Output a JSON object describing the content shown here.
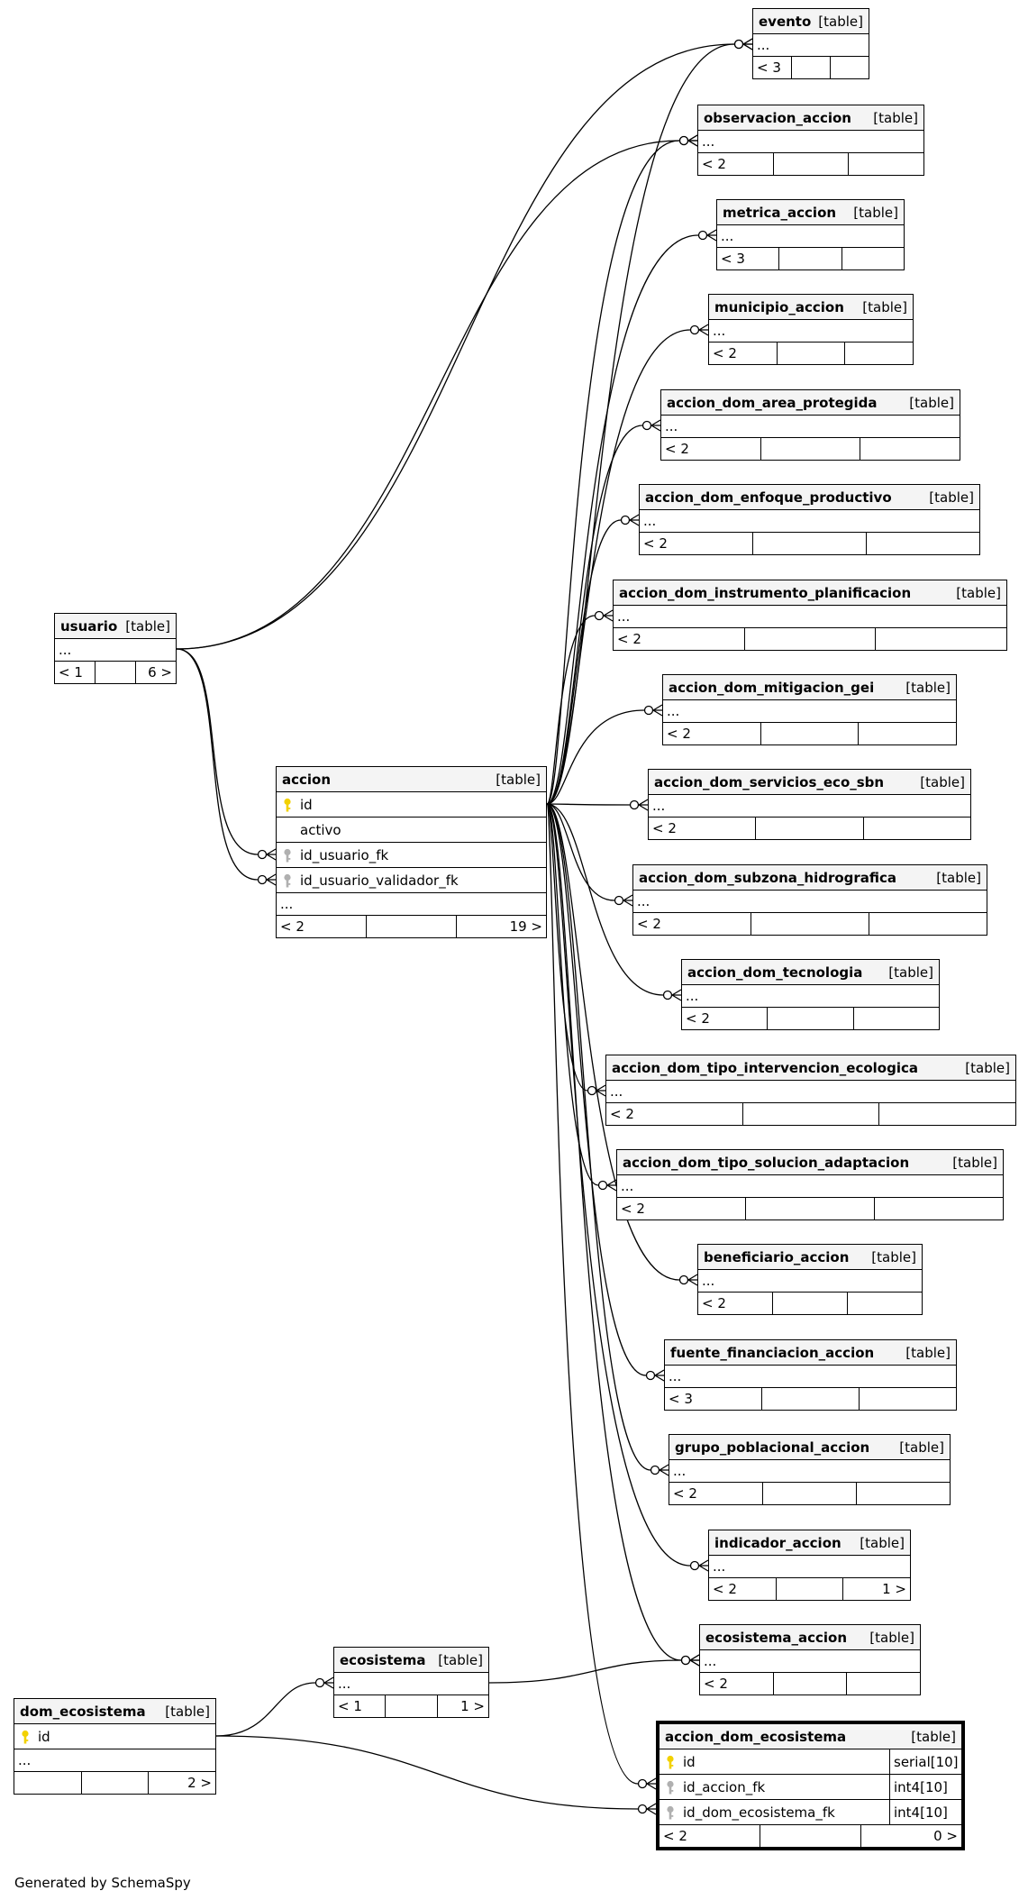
{
  "diagram": {
    "generator": "Generated by SchemaSpy",
    "colors": {
      "primary_key": "#f2d100",
      "foreign_key": "#b0b0b0",
      "header_bg": "#f4f4f4",
      "line": "#000000"
    },
    "tables": [
      {
        "id": "evento",
        "name": "evento",
        "type": "[table]",
        "ellipsis": "...",
        "footer": [
          "< 3",
          "",
          ""
        ]
      },
      {
        "id": "observacion_accion",
        "name": "observacion_accion",
        "type": "[table]",
        "ellipsis": "...",
        "footer": [
          "< 2",
          "",
          ""
        ]
      },
      {
        "id": "metrica_accion",
        "name": "metrica_accion",
        "type": "[table]",
        "ellipsis": "...",
        "footer": [
          "< 3",
          "",
          ""
        ]
      },
      {
        "id": "municipio_accion",
        "name": "municipio_accion",
        "type": "[table]",
        "ellipsis": "...",
        "footer": [
          "< 2",
          "",
          ""
        ]
      },
      {
        "id": "accion_dom_area_protegida",
        "name": "accion_dom_area_protegida",
        "type": "[table]",
        "ellipsis": "...",
        "footer": [
          "< 2",
          "",
          ""
        ]
      },
      {
        "id": "accion_dom_enfoque_productivo",
        "name": "accion_dom_enfoque_productivo",
        "type": "[table]",
        "ellipsis": "...",
        "footer": [
          "< 2",
          "",
          ""
        ]
      },
      {
        "id": "accion_dom_instrumento_planificacion",
        "name": "accion_dom_instrumento_planificacion",
        "type": "[table]",
        "ellipsis": "...",
        "footer": [
          "< 2",
          "",
          ""
        ]
      },
      {
        "id": "accion_dom_mitigacion_gei",
        "name": "accion_dom_mitigacion_gei",
        "type": "[table]",
        "ellipsis": "...",
        "footer": [
          "< 2",
          "",
          ""
        ]
      },
      {
        "id": "accion_dom_servicios_eco_sbn",
        "name": "accion_dom_servicios_eco_sbn",
        "type": "[table]",
        "ellipsis": "...",
        "footer": [
          "< 2",
          "",
          ""
        ]
      },
      {
        "id": "accion_dom_subzona_hidrografica",
        "name": "accion_dom_subzona_hidrografica",
        "type": "[table]",
        "ellipsis": "...",
        "footer": [
          "< 2",
          "",
          ""
        ]
      },
      {
        "id": "accion_dom_tecnologia",
        "name": "accion_dom_tecnologia",
        "type": "[table]",
        "ellipsis": "...",
        "footer": [
          "< 2",
          "",
          ""
        ]
      },
      {
        "id": "accion_dom_tipo_intervencion_ecologica",
        "name": "accion_dom_tipo_intervencion_ecologica",
        "type": "[table]",
        "ellipsis": "...",
        "footer": [
          "< 2",
          "",
          ""
        ]
      },
      {
        "id": "accion_dom_tipo_solucion_adaptacion",
        "name": "accion_dom_tipo_solucion_adaptacion",
        "type": "[table]",
        "ellipsis": "...",
        "footer": [
          "< 2",
          "",
          ""
        ]
      },
      {
        "id": "beneficiario_accion",
        "name": "beneficiario_accion",
        "type": "[table]",
        "ellipsis": "...",
        "footer": [
          "< 2",
          "",
          ""
        ]
      },
      {
        "id": "fuente_financiacion_accion",
        "name": "fuente_financiacion_accion",
        "type": "[table]",
        "ellipsis": "...",
        "footer": [
          "< 3",
          "",
          ""
        ]
      },
      {
        "id": "grupo_poblacional_accion",
        "name": "grupo_poblacional_accion",
        "type": "[table]",
        "ellipsis": "...",
        "footer": [
          "< 2",
          "",
          ""
        ]
      },
      {
        "id": "indicador_accion",
        "name": "indicador_accion",
        "type": "[table]",
        "ellipsis": "...",
        "footer": [
          "< 2",
          "",
          "1 >"
        ]
      },
      {
        "id": "ecosistema_accion",
        "name": "ecosistema_accion",
        "type": "[table]",
        "ellipsis": "...",
        "footer": [
          "< 2",
          "",
          ""
        ]
      },
      {
        "id": "usuario",
        "name": "usuario",
        "type": "[table]",
        "ellipsis": "...",
        "footer": [
          "< 1",
          "",
          "6 >"
        ]
      },
      {
        "id": "accion",
        "name": "accion",
        "type": "[table]",
        "columns": [
          {
            "key": "pk",
            "name": "id"
          },
          {
            "key": "none",
            "name": "activo"
          },
          {
            "key": "fk",
            "name": "id_usuario_fk"
          },
          {
            "key": "fk",
            "name": "id_usuario_validador_fk"
          }
        ],
        "ellipsis": "...",
        "footer": [
          "< 2",
          "",
          "19 >"
        ]
      },
      {
        "id": "ecosistema",
        "name": "ecosistema",
        "type": "[table]",
        "ellipsis": "...",
        "footer": [
          "< 1",
          "",
          "1 >"
        ]
      },
      {
        "id": "dom_ecosistema",
        "name": "dom_ecosistema",
        "type": "[table]",
        "columns": [
          {
            "key": "pk",
            "name": "id"
          }
        ],
        "ellipsis": "...",
        "footer": [
          "",
          "",
          "2 >"
        ]
      },
      {
        "id": "accion_dom_ecosistema",
        "name": "accion_dom_ecosistema",
        "type": "[table]",
        "focus": true,
        "columns": [
          {
            "key": "pk",
            "name": "id",
            "type": "serial[10]"
          },
          {
            "key": "fk",
            "name": "id_accion_fk",
            "type": "int4[10]"
          },
          {
            "key": "fk",
            "name": "id_dom_ecosistema_fk",
            "type": "int4[10]"
          }
        ],
        "footer": [
          "< 2",
          "",
          "0 >"
        ]
      }
    ]
  }
}
